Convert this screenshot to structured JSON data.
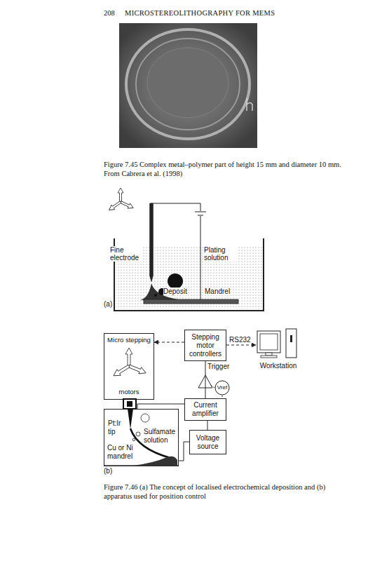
{
  "diagram": {
    "caption": "Figure 7.46 (a) The concept of localised electrochemical deposition and (b) apparatus used for position control",
    "nodes": [
      {
        "text": [
          "Micro stepping",
          "motors"
        ]
      },
      {
        "text": [
          "Stepping motor controllers"
        ]
      },
      {
        "text": [
          "Workstation"
        ]
      },
      {
        "text": [
          "Vref"
        ]
      },
      {
        "text": [
          "Current amplifier"
        ]
      },
      {
        "text": [
          "Voltage source"
        ]
      },
      {
        "text": [
          "Pt:Ir tip",
          "Sulfamate solution",
          "Cu or Ni mandrel"
        ]
      }
    ],
    "edges": [
      {
        "from": 1,
        "to": 0,
        "arrow": "to"
      },
      {
        "from": 1,
        "to": 2,
        "label": "RS232",
        "arrow": "to"
      },
      {
        "from": 4,
        "to": 1,
        "label": "Trigger",
        "arrow": "none"
      },
      {
        "from": 6,
        "to": 4,
        "arrow": "none"
      },
      {
        "from": 4,
        "to": 5,
        "arrow": "none"
      },
      {
        "from": 5,
        "to": 6,
        "arrow": "none"
      }
    ],
    "labels": [
      "208",
      "MICROSTEREOLITHOGRAPHY FOR MEMS",
      "Figure 7.45 Complex metal–polymer part of height 15 mm and diameter 10 mm. From Cabrera et al. (1998)",
      "Fine electrode",
      "Plating solution",
      "Deposit",
      "Mandrel",
      "(a)",
      "(b)"
    ]
  }
}
